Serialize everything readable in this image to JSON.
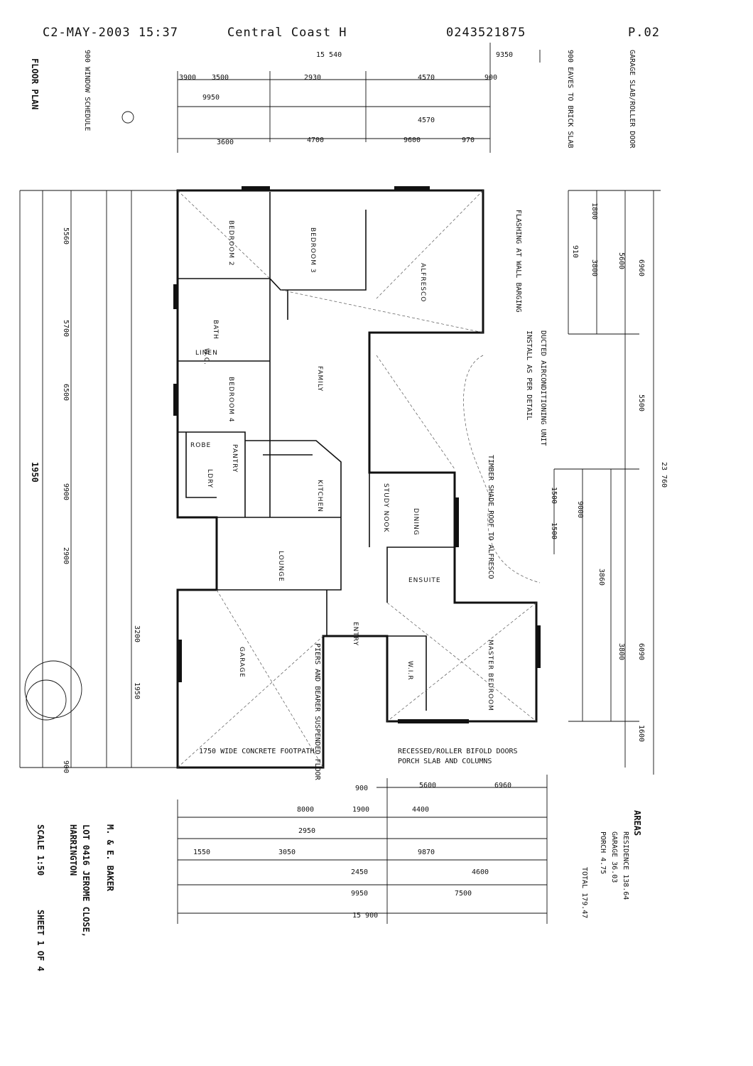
{
  "fax_header": {
    "datetime": "C2-MAY-2003 15:37",
    "sender": "Central Coast H",
    "phone": "0243521875",
    "page": "P.02"
  },
  "sheet": {
    "title": "FLOOR PLAN",
    "client": "M. & E. BAKER",
    "address_line1": "LOT 0416 JEROME CLOSE,",
    "address_line2": "HARRINGTON",
    "scale": "SCALE 1:50",
    "sheet_no": "SHEET 1 OF 4",
    "areas_title": "AREAS",
    "areas": [
      "RESIDENCE 138.64",
      "GARAGE 36.03",
      "PORCH 4.75",
      "TOTAL 179.47"
    ]
  },
  "rooms": {
    "bedroom2": "BEDROOM 2",
    "bedroom3": "BEDROOM 3",
    "bedroom4": "BEDROOM 4",
    "bath": "BATH",
    "wc": "W.C.",
    "family": "FAMILY",
    "kitchen": "KITCHEN",
    "dining": "DINING",
    "lounge": "LOUNGE",
    "garage": "GARAGE",
    "entry": "ENTRY",
    "master_bedroom": "MASTER BEDROOM",
    "ensuite": "ENSUITE",
    "wir": "W.I.R",
    "alfresco": "ALFRESCO",
    "linen": "LINEN",
    "robe": "ROBE",
    "pantry": "PANTRY",
    "ldry": "LDRY",
    "study": "STUDY NOOK"
  },
  "notes": {
    "n1": "FLASHING AT WALL BARGING",
    "n2": "DUCTED AIRCONDITIONING UNIT",
    "n3": "RECESSED/ROLLER BIFOLD DOORS",
    "n4": "900 WINDOW SCHEDULE",
    "n5": "900 EAVES TO BRICK SLAB",
    "n6": "GARAGE SLAB/ROLLER DOOR",
    "n7": "PIERS AND BEARER SUSPENDED FLOOR",
    "n8": "PORCH SLAB AND COLUMNS",
    "n9": "1750 WIDE CONCRETE FOOTPATH",
    "n10": "TIMBER SHADE ROOF TO ALFRESCO",
    "n11": "INSTALL AS PER DETAIL"
  },
  "dims": {
    "top_total": "15 540",
    "top": [
      "3500",
      "2930",
      "4570",
      "9950",
      "4570",
      "3600",
      "4700",
      "9600",
      "970",
      "9350",
      "900",
      "3900"
    ],
    "right_total": "23 760",
    "right": [
      "1800",
      "910",
      "3800",
      "5600",
      "6960",
      "5500",
      "9000",
      "3860",
      "6090",
      "1500",
      "1500",
      "1600",
      "3800"
    ],
    "bottom_total": "15 900",
    "bottom": [
      "5600",
      "6960",
      "900",
      "8000",
      "1900",
      "4400",
      "2950",
      "1550",
      "3050",
      "2450",
      "9870",
      "4600",
      "9950",
      "7500"
    ],
    "left": [
      "5560",
      "5700",
      "6500",
      "9900",
      "2900",
      "3200",
      "1950",
      "900"
    ]
  }
}
